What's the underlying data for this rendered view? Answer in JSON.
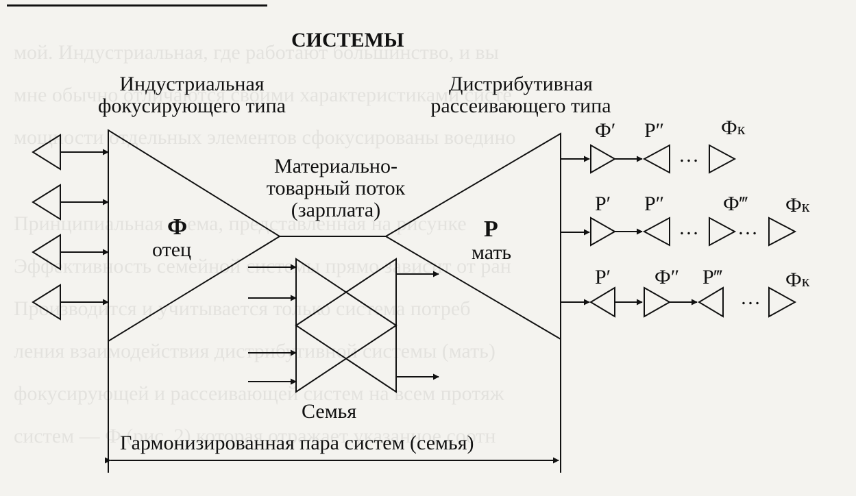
{
  "header": {
    "title": "СИСТЕМЫ"
  },
  "left_system": {
    "title_line1": "Индустриальная",
    "title_line2": "фокусирующего типа"
  },
  "right_system": {
    "title_line1": "Дистрибутивная",
    "title_line2": "рассеивающего типа"
  },
  "flow": {
    "line1": "Материально-",
    "line2": "товарный поток",
    "line3": "(зарплата)"
  },
  "father": {
    "symbol": "Ф",
    "label": "отец"
  },
  "mother": {
    "symbol": "Р",
    "label": "мать"
  },
  "family": {
    "label": "Семья"
  },
  "bottom": {
    "caption": "Гармонизированная пара систем (семья)"
  },
  "chains": {
    "row1": {
      "a": "Ф′",
      "b": "Р″",
      "dots": "…",
      "c": "Ф",
      "c_sub": "к"
    },
    "row2": {
      "a": "Р′",
      "b": "Р″",
      "dots": "…",
      "c": "Ф‴",
      "dots2": "…",
      "d": "Ф",
      "d_sub": "к"
    },
    "row3": {
      "a": "Р′",
      "b": "Ф″",
      "c": "Р‴",
      "dots": "…",
      "d": "Ф",
      "d_sub": "к"
    }
  }
}
